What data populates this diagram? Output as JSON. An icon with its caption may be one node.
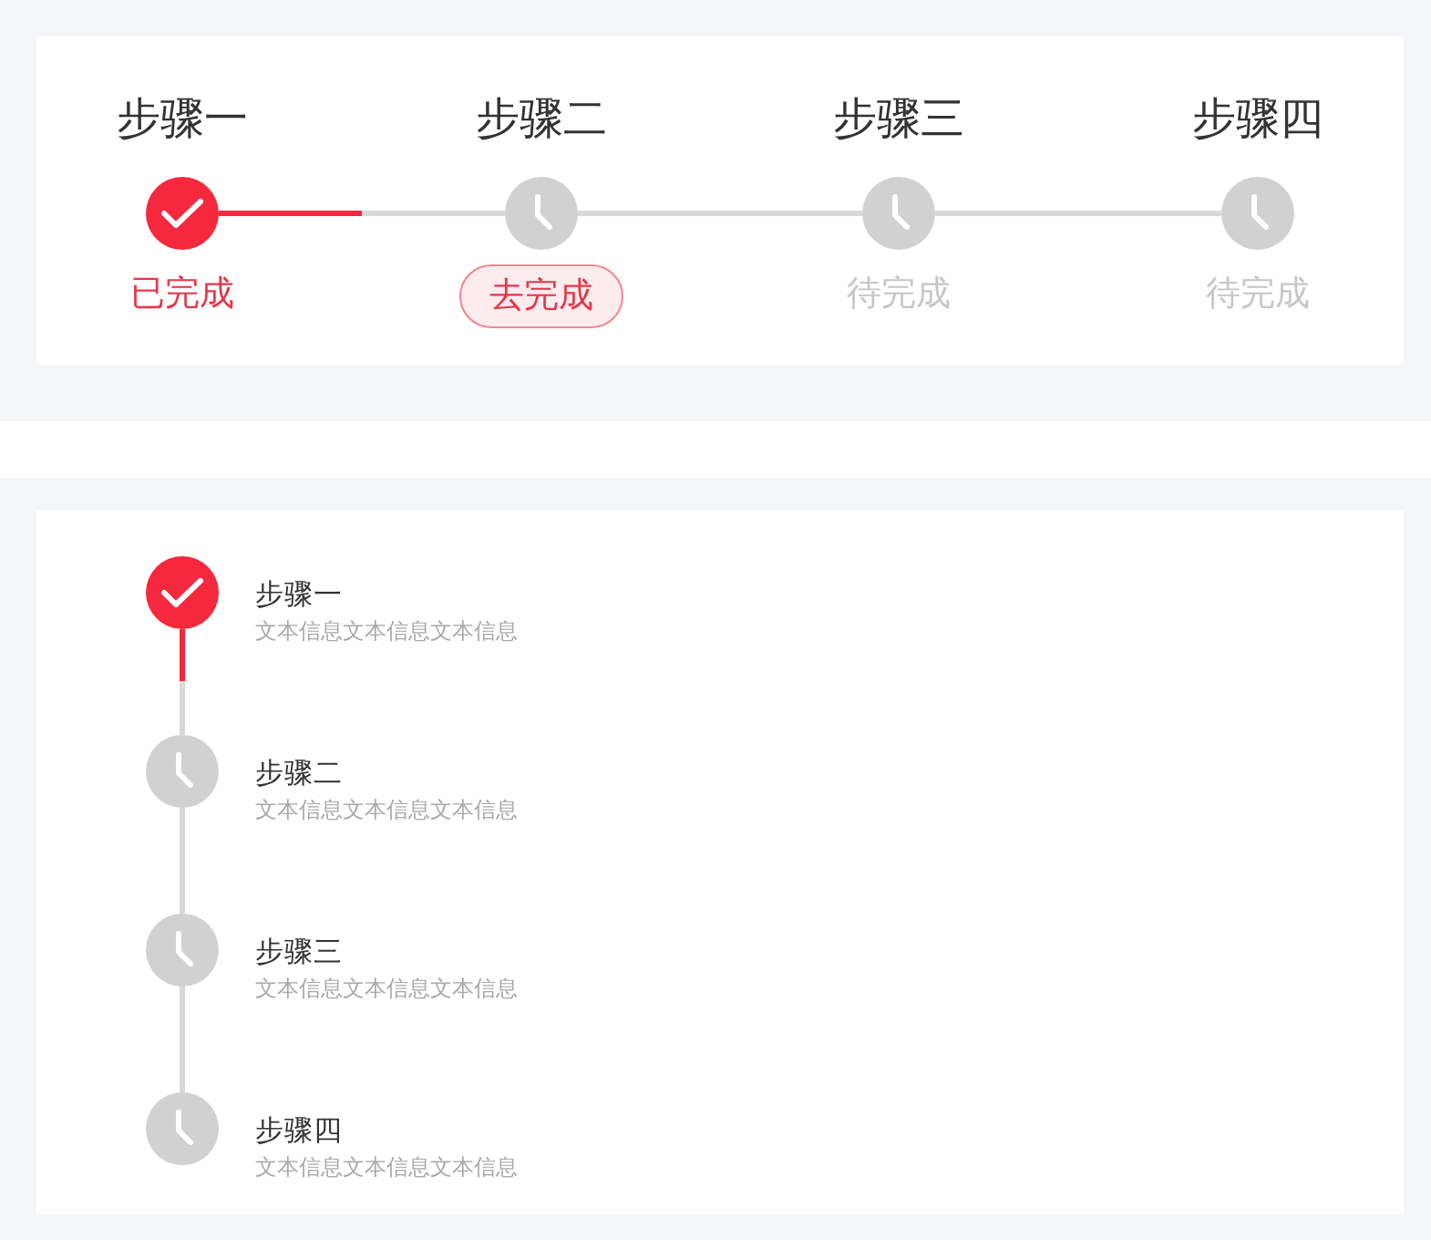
{
  "diagram": {
    "nodes": [
      {
        "text": [],
        "shape": "circle",
        "beside": [
          "步骤一",
          "已完成"
        ]
      },
      {
        "text": [],
        "shape": "circle",
        "beside": [
          "步骤二"
        ]
      },
      {
        "text": [],
        "shape": "circle",
        "beside": [
          "步骤三",
          "待完成"
        ]
      },
      {
        "text": [],
        "shape": "circle",
        "beside": [
          "步骤四",
          "待完成"
        ]
      },
      {
        "text": [
          "去完成"
        ]
      },
      {
        "text": [],
        "shape": "circle",
        "beside": [
          "步骤一",
          "文本信息文本信息文本信息"
        ]
      },
      {
        "text": [],
        "shape": "circle",
        "beside": [
          "步骤二",
          "文本信息文本信息文本信息"
        ]
      },
      {
        "text": [],
        "shape": "circle",
        "beside": [
          "步骤三",
          "文本信息文本信息文本信息"
        ]
      },
      {
        "text": [],
        "shape": "circle",
        "beside": [
          "步骤四",
          "文本信息文本信息文本信息"
        ]
      }
    ],
    "edges": [
      {
        "from": 0,
        "to": 1,
        "arrow": "none",
        "color": "#f5283d"
      },
      {
        "from": 1,
        "to": 2,
        "arrow": "none"
      },
      {
        "from": 2,
        "to": 3,
        "arrow": "none"
      },
      {
        "from": 5,
        "to": 6,
        "arrow": "none",
        "color": "#f5283d"
      },
      {
        "from": 6,
        "to": 7,
        "arrow": "none"
      },
      {
        "from": 7,
        "to": 8,
        "arrow": "none"
      }
    ]
  }
}
